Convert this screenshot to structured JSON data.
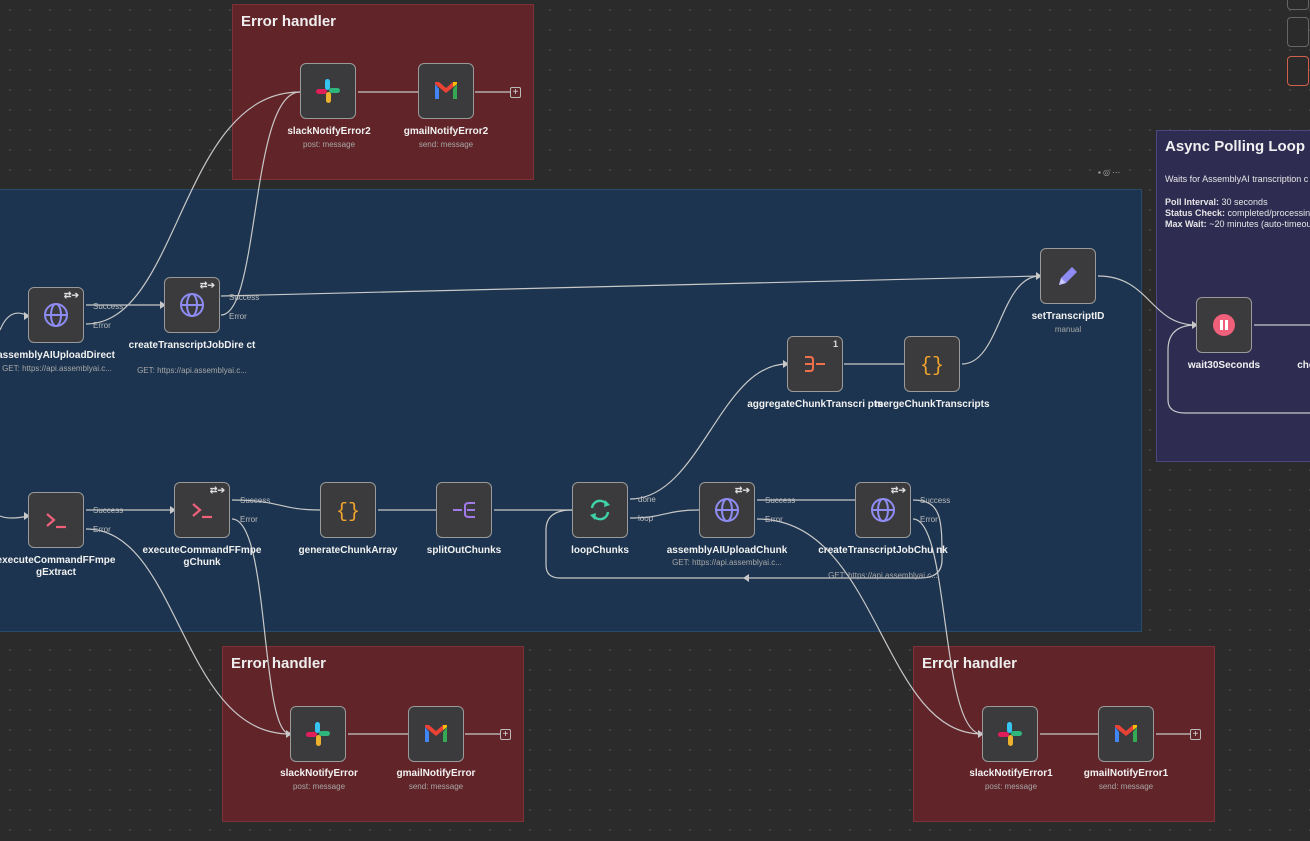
{
  "groups": {
    "error_top": {
      "title": "Error handler"
    },
    "error_bottom_left": {
      "title": "Error handler"
    },
    "error_bottom_right": {
      "title": "Error handler"
    }
  },
  "sticky": {
    "title": "Async Polling Loop",
    "desc": "Waits for AssemblyAI transcription c",
    "poll_label": "Poll Interval:",
    "poll_value": "30 seconds",
    "status_label": "Status Check:",
    "status_value": "completed/processing",
    "maxwait_label": "Max Wait:",
    "maxwait_value": "~20 minutes (auto-timeou"
  },
  "nodes": {
    "slackNotifyError2": {
      "name": "slackNotifyError2",
      "sub": "post: message",
      "icon": "slack-icon"
    },
    "gmailNotifyError2": {
      "name": "gmailNotifyError2",
      "sub": "send: message",
      "icon": "gmail-icon"
    },
    "assemblyAIUploadDirect": {
      "name": "assemblyAIUploadDirect",
      "sub": "GET: https://api.assemblyai.c...",
      "icon": "globe-icon"
    },
    "createTranscriptJobDirect": {
      "name": "createTranscriptJobDire ct",
      "sub": "GET: https://api.assemblyai.c...",
      "icon": "globe-icon"
    },
    "setTranscriptID": {
      "name": "setTranscriptID",
      "sub": "manual",
      "icon": "pencil-icon"
    },
    "wait30Seconds": {
      "name": "wait30Seconds",
      "icon": "pause-icon"
    },
    "checkStatus": {
      "name": "checl",
      "icon": "globe-icon"
    },
    "aggregateChunkTranscripts": {
      "name": "aggregateChunkTranscri pts",
      "badge": "1",
      "icon": "aggregate-icon"
    },
    "mergeChunkTranscripts": {
      "name": "mergeChunkTranscripts",
      "icon": "code-braces-icon"
    },
    "executeCommandFFmpegExtract": {
      "name": "executeCommandFFmpe gExtract",
      "icon": "terminal-icon"
    },
    "executeCommandFFmpegChunk": {
      "name": "executeCommandFFmpe gChunk",
      "icon": "terminal-icon"
    },
    "generateChunkArray": {
      "name": "generateChunkArray",
      "icon": "code-braces-icon"
    },
    "splitOutChunks": {
      "name": "splitOutChunks",
      "icon": "split-out-icon"
    },
    "loopChunks": {
      "name": "loopChunks",
      "icon": "loop-icon"
    },
    "assemblyAIUploadChunk": {
      "name": "assemblyAIUploadChunk",
      "sub": "GET: https://api.assemblyai.c...",
      "icon": "globe-icon"
    },
    "createTranscriptJobChunk": {
      "name": "createTranscriptJobChu nk",
      "sub": "GET: https://api.assemblyai.c...",
      "icon": "globe-icon"
    },
    "slackNotifyError": {
      "name": "slackNotifyError",
      "sub": "post: message",
      "icon": "slack-icon"
    },
    "gmailNotifyError": {
      "name": "gmailNotifyError",
      "sub": "send: message",
      "icon": "gmail-icon"
    },
    "slackNotifyError1": {
      "name": "slackNotifyError1",
      "sub": "post: message",
      "icon": "slack-icon"
    },
    "gmailNotifyError1": {
      "name": "gmailNotifyError1",
      "sub": "send: message",
      "icon": "gmail-icon"
    }
  },
  "ports": {
    "success": "Success",
    "error": "Error",
    "done": "done",
    "loop": "loop"
  },
  "plus": "+",
  "colors": {
    "error_group": "#612429",
    "main_group": "#1c344f",
    "sticky": "#2f2c52",
    "canvas": "#2b2b2b"
  }
}
